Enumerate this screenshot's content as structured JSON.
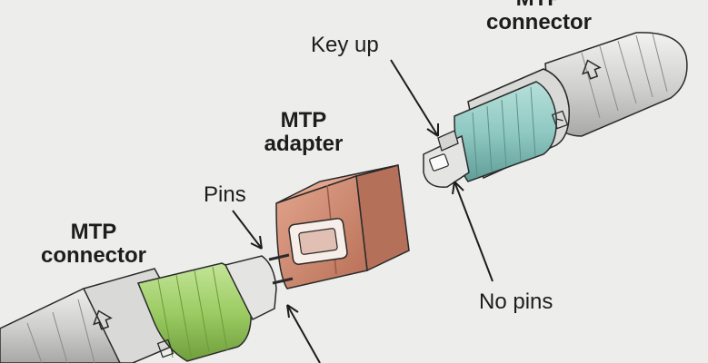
{
  "labels": {
    "mtp_connector_top_line1": "MTP",
    "mtp_connector_top_line2": "connector",
    "key_up": "Key up",
    "mtp_adapter_line1": "MTP",
    "mtp_adapter_line2": "adapter",
    "pins": "Pins",
    "mtp_connector_bottom_line1": "MTP",
    "mtp_connector_bottom_line2": "connector",
    "no_pins": "No pins"
  },
  "colors": {
    "background": "#ededeb",
    "adapter": "#cf8a72",
    "adapter_shade": "#b5705a",
    "top_housing": "#8fc9c2",
    "bottom_housing": "#9ccc63",
    "boot": "#d6d6d4",
    "outline": "#2a2a2a"
  },
  "icons": [
    "arrow-up-icon",
    "key-icon"
  ]
}
